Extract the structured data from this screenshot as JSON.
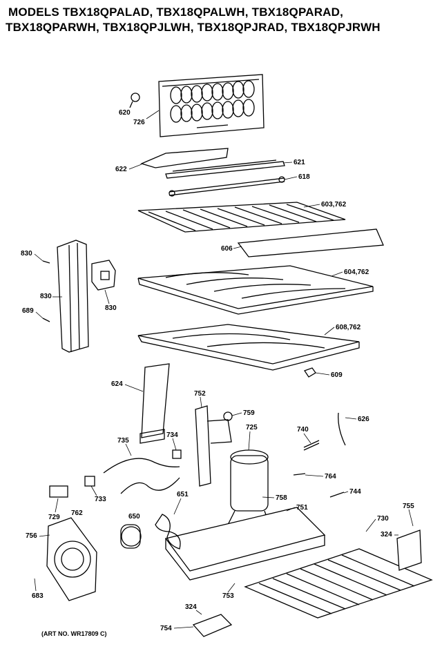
{
  "title_lines": [
    "MODELS TBX18QPALAD, TBX18QPALWH, TBX18QPARAD,",
    "TBX18QPARWH, TBX18QPJLWH, TBX18QPJRAD, TBX18QPJRWH"
  ],
  "art_no": "(ART NO. WR17809 C)",
  "labels": {
    "p620": "620",
    "p726": "726",
    "p622": "622",
    "p621": "621",
    "p618": "618",
    "p603": "603,762",
    "p606": "606",
    "p604": "604,762",
    "p608": "608,762",
    "p609": "609",
    "p830a": "830",
    "p830b": "830",
    "p830c": "830",
    "p689": "689",
    "p624": "624",
    "p752": "752",
    "p759": "759",
    "p725": "725",
    "p740": "740",
    "p626": "626",
    "p735": "735",
    "p734": "734",
    "p764": "764",
    "p744": "744",
    "p733": "733",
    "p729": "729",
    "p762": "762",
    "p651": "651",
    "p650": "650",
    "p758": "758",
    "p751": "751",
    "p730": "730",
    "p755": "755",
    "p324a": "324",
    "p756": "756",
    "p683": "683",
    "p753": "753",
    "p324b": "324",
    "p754": "754"
  }
}
